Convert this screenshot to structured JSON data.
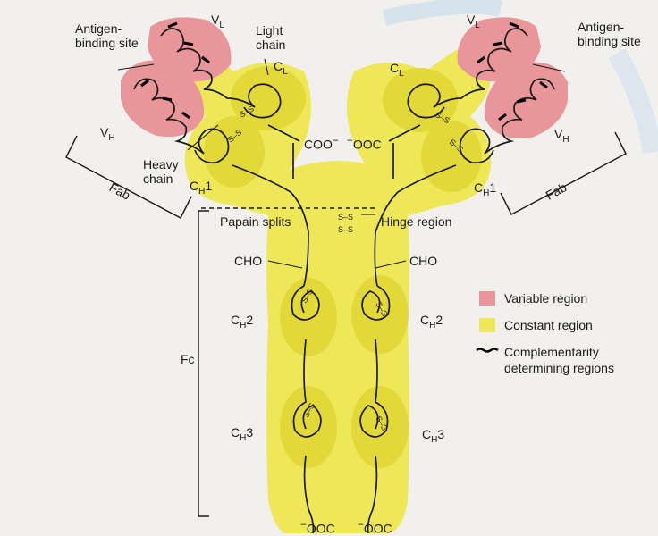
{
  "labels": {
    "antigen_binding_site": "Antigen-binding site",
    "vl": "V",
    "vl_sub": "L",
    "vh": "V",
    "vh_sub": "H",
    "cl": "C",
    "cl_sub": "L",
    "ch": "C",
    "ch1_sub": "H",
    "ch1_suffix": "1",
    "ch2_suffix": "2",
    "ch3_suffix": "3",
    "light_chain": "Light chain",
    "heavy_chain": "Heavy chain",
    "fab": "Fab",
    "fc": "Fc",
    "papain_splits": "Papain splits",
    "hinge_region": "Hinge region",
    "cho": "CHO",
    "coo": "COO",
    "ooc": "OOC",
    "minus": "−",
    "disulfide": "S–S"
  },
  "legend": {
    "variable": "Variable region",
    "constant": "Constant region",
    "cdr": "Complementarity determining regions"
  },
  "colors": {
    "variable": "#e8969a",
    "constant": "#eee858",
    "constant_dark": "#e2d838",
    "line": "#1a1a1a"
  }
}
